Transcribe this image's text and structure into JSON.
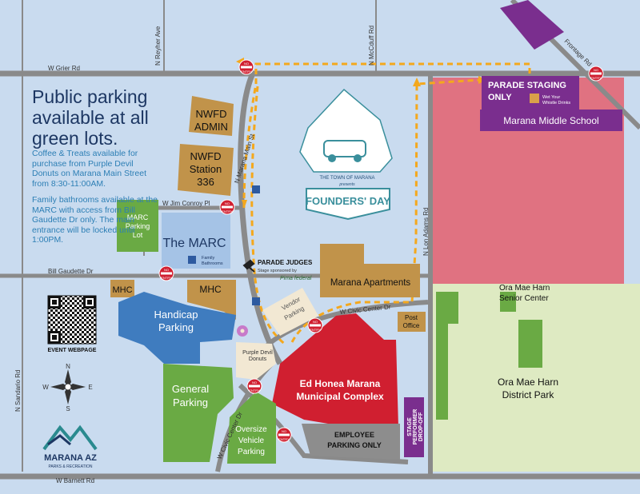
{
  "notes": {
    "heading": "Public parking available at all green lots.",
    "coffee": "Coffee & Treats available for purchase from Purple Devil Donuts on Marana Main Street from 8:30-11:00AM.",
    "bathrooms": "Family bathrooms available at the MARC with access from Bill Gaudette Dr only. The main entrance will be locked until 1:00PM."
  },
  "streets": {
    "grier": "W Grier Rd",
    "reyher": "N Reyher Ave",
    "mccduff": "N McCduff Rd",
    "frontage": "Frontage Rd",
    "marana_main": "N Marana Main St",
    "jim_conroy": "W Jim Conroy Pl",
    "bill_gaudette": "Bill Gaudette Dr",
    "civic_center": "W Civic Center Dr",
    "civic_center_lower": "W Civic Center Dr",
    "lon_adams": "N Lon Adams Rd",
    "sandario": "N Sandario Rd",
    "barnett": "W Barnett Rd"
  },
  "places": {
    "nwfd_admin": [
      "NWFD",
      "ADMIN"
    ],
    "nwfd_station": [
      "NWFD",
      "Station",
      "336"
    ],
    "marc_lot": [
      "MARC",
      "Parking",
      "Lot"
    ],
    "the_marc": "The MARC",
    "family_bathrooms": [
      "Family",
      "Bathrooms"
    ],
    "mhc_1": "MHC",
    "mhc_2": "MHC",
    "handicap": [
      "Handicap",
      "Parking"
    ],
    "parade_judges": "PARADE JUDGES",
    "stage_sponsored": "Stage sponsored by",
    "sponsor": "Pima federal",
    "vendor": [
      "Vendor",
      "Parking"
    ],
    "marana_apartments": "Marana Apartments",
    "post_office": [
      "Post",
      "Office"
    ],
    "purple_devil": [
      "Purple Devil",
      "Donuts"
    ],
    "general": [
      "General",
      "Parking"
    ],
    "oversize": [
      "Oversize",
      "Vehicle",
      "Parking"
    ],
    "municipal": [
      "Ed Honea Marana",
      "Municipal Complex"
    ],
    "employee": [
      "EMPLOYEE",
      "PARKING ONLY"
    ],
    "stage_dropoff": [
      "STAGE",
      "PERFORMER",
      "DROP-OFF"
    ],
    "parade_staging": [
      "PARADE STAGING",
      "ONLY"
    ],
    "wet_whistle": [
      "Wet Your",
      "Whistle Drinks"
    ],
    "middle_school": "Marana Middle School",
    "senior_center": [
      "Ora Mae Harn",
      "Senior Center"
    ],
    "district_park": [
      "Ora Mae Harn",
      "District Park"
    ]
  },
  "signs": {
    "no_entry": [
      "NO",
      "ENTRY"
    ]
  },
  "logos": {
    "founders_top": "THE TOWN OF MARANA",
    "founders_presents": "presents",
    "founders_title": "FOUNDERS' DAY",
    "marana_name": "MARANA AZ",
    "marana_sub": "PARKS & RECREATION"
  },
  "qr_label": "EVENT WEBPAGE",
  "compass": {
    "n": "N",
    "s": "S",
    "e": "E",
    "w": "W"
  },
  "colors": {
    "background": "#c9dbef",
    "road": "#8a8a8a",
    "green_lot": "#6aaa44",
    "brown_lot": "#c1934a",
    "marc_blue": "#a5c3e6",
    "handicap_blue": "#3f7cbf",
    "municipal_red": "#d01f30",
    "school_pink": "#e07281",
    "park_green": "#deeac2",
    "purple": "#7a2e8e",
    "gray_lot": "#8d8d8d",
    "vendor_tan": "#f2e8d3",
    "route_orange": "#f4a81d"
  }
}
